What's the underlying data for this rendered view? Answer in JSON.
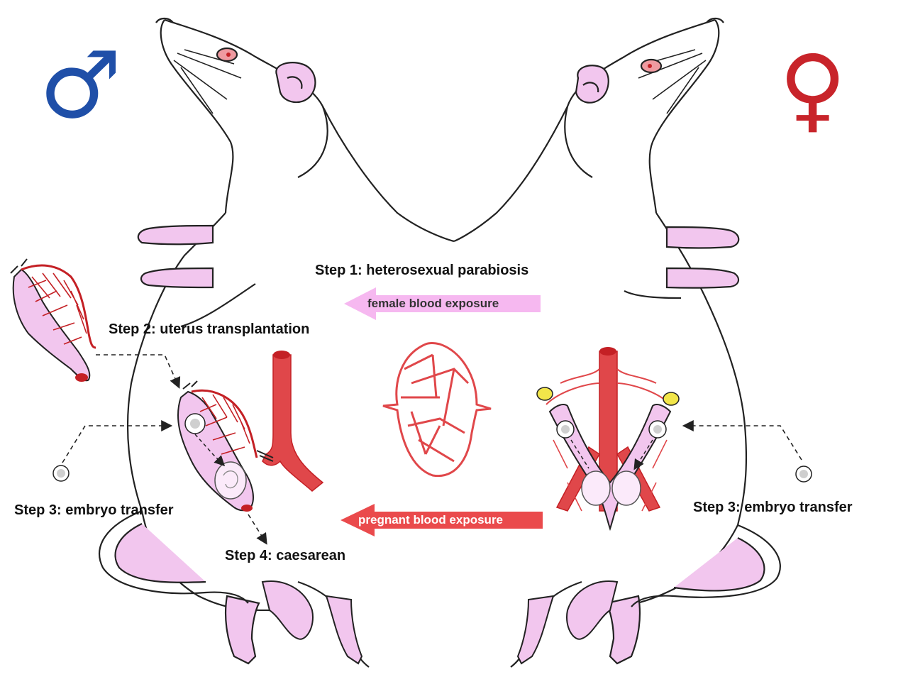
{
  "symbols": {
    "male": "♂",
    "female": "♀",
    "male_color": "#1f4fa8",
    "female_color": "#c8242a"
  },
  "steps": {
    "step1": "Step 1: heterosexual parabiosis",
    "step2": "Step 2: uterus transplantation",
    "step3_left": "Step 3: embryo transfer",
    "step3_right": "Step 3: embryo transfer",
    "step4": "Step 4: caesarean"
  },
  "arrows": {
    "female_blood": "female blood exposure",
    "pregnant_blood": "pregnant blood exposure"
  },
  "colors": {
    "outline": "#222222",
    "skin_pink": "#f2c6ee",
    "vessel_red": "#e0474a",
    "dark_red": "#c42025",
    "light_arrow": "#f6b8f0",
    "red_arrow": "#ea4a4c",
    "ovary_yellow": "#f2e64a",
    "embryo_grey": "#cfcfcf"
  },
  "icons": [
    "male-symbol-icon",
    "female-symbol-icon",
    "rat-outline-icon",
    "uterus-icon",
    "artery-icon",
    "vascular-network-icon",
    "embryo-icon",
    "fetus-icon"
  ]
}
